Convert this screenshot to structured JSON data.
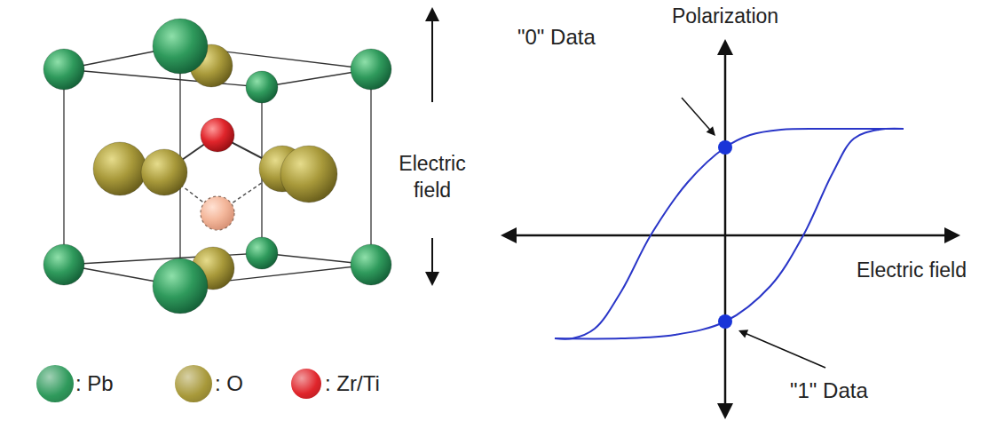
{
  "diagram": {
    "labels": [
      "Electric field",
      "Polarization",
      "Electric field",
      "\"0\" Data",
      "\"1\" Data"
    ],
    "legend": [
      {
        "text": ": Pb",
        "color": "#2f9a5c"
      },
      {
        "text": ": O",
        "color": "#a8993a"
      },
      {
        "text": ": Zr/Ti",
        "color": "#e0252b"
      }
    ]
  }
}
